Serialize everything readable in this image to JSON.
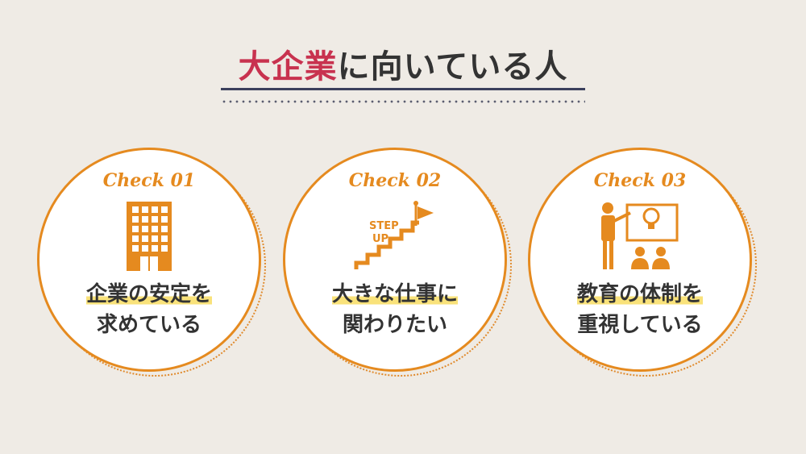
{
  "heading": {
    "accent": "大企業",
    "rest": "に向いている人"
  },
  "cards": [
    {
      "check": "Check 01",
      "line1": "企業の安定を",
      "line2": "求めている"
    },
    {
      "check": "Check 02",
      "line1": "大きな仕事に",
      "line2": "関わりたい",
      "step_label_1": "STEP",
      "step_label_2": "UP"
    },
    {
      "check": "Check 03",
      "line1": "教育の体制を",
      "line2": "重視している"
    }
  ],
  "icons": [
    "building-icon",
    "step-up-flag-icon",
    "teacher-students-icon"
  ],
  "colors": {
    "accent_red": "#c8324f",
    "orange": "#e58a1f",
    "navy": "#3b3f5c",
    "highlight": "#f9e27a",
    "background": "#efebe5"
  }
}
